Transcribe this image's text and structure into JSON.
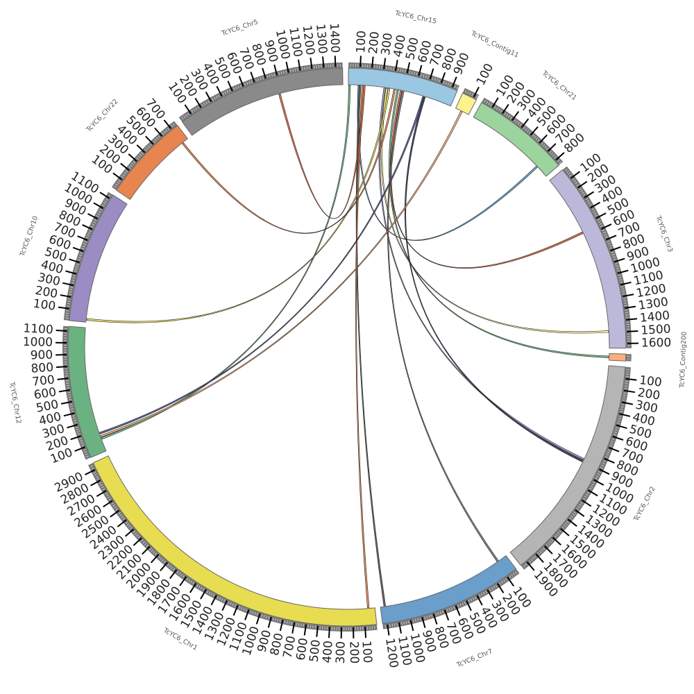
{
  "tick_interval_kb": 100,
  "chromosomes": [
    {
      "name": "TcYC6_Chr15",
      "size": 950,
      "color": "#9ac7e2"
    },
    {
      "name": "TcYC6_Contig11",
      "size": 130,
      "color": "#fdf38c"
    },
    {
      "name": "TcYC6_Chr21",
      "size": 850,
      "color": "#9bd49d"
    },
    {
      "name": "TcYC6_Chr3",
      "size": 1640,
      "color": "#bcb8da"
    },
    {
      "name": "TcYC6_Contig200",
      "size": 60,
      "color": "#fcae7a"
    },
    {
      "name": "TcYC6_Chr2",
      "size": 1960,
      "color": "#b5b5b5"
    },
    {
      "name": "TcYC6_Chr7",
      "size": 1240,
      "color": "#6a9ecb"
    },
    {
      "name": "TcYC6_Chr1",
      "size": 2960,
      "color": "#e8dd50"
    },
    {
      "name": "TcYC6_Chr12",
      "size": 1140,
      "color": "#6ab282"
    },
    {
      "name": "TcYC6_Chr10",
      "size": 1140,
      "color": "#9b8cc4"
    },
    {
      "name": "TcYC6_Chr22",
      "size": 760,
      "color": "#e7844f"
    },
    {
      "name": "TcYC6_Chr5",
      "size": 1460,
      "color": "#8a8a8a"
    }
  ],
  "links": [
    {
      "a": [
        "TcYC6_Chr15",
        10
      ],
      "b": [
        "TcYC6_Chr12",
        120
      ],
      "color": "#6ab282"
    },
    {
      "a": [
        "TcYC6_Chr15",
        95
      ],
      "b": [
        "TcYC6_Chr21",
        730
      ],
      "color": "#5a9ec8"
    },
    {
      "a": [
        "TcYC6_Chr15",
        105
      ],
      "b": [
        "TcYC6_Chr7",
        1200
      ],
      "color": "#555555"
    },
    {
      "a": [
        "TcYC6_Chr15",
        130
      ],
      "b": [
        "TcYC6_Chr1",
        60
      ],
      "color": "#e7844f"
    },
    {
      "a": [
        "TcYC6_Chr15",
        145
      ],
      "b": [
        "TcYC6_Chr5",
        880
      ],
      "color": "#d9603b"
    },
    {
      "a": [
        "TcYC6_Chr15",
        330
      ],
      "b": [
        "TcYC6_Chr2",
        880
      ],
      "color": "#9b8cc4"
    },
    {
      "a": [
        "TcYC6_Chr15",
        350
      ],
      "b": [
        "TcYC6_Chr3",
        1490
      ],
      "color": "#fdf38c"
    },
    {
      "a": [
        "TcYC6_Chr15",
        370
      ],
      "b": [
        "TcYC6_Chr10",
        25
      ],
      "color": "#e8dd50"
    },
    {
      "a": [
        "TcYC6_Chr15",
        420
      ],
      "b": [
        "TcYC6_Chr22",
        700
      ],
      "color": "#e7844f"
    },
    {
      "a": [
        "TcYC6_Chr15",
        450
      ],
      "b": [
        "TcYC6_Contig200",
        30
      ],
      "color": "#6ab282"
    },
    {
      "a": [
        "TcYC6_Chr15",
        480
      ],
      "b": [
        "TcYC6_Chr3",
        560
      ],
      "color": "#d9603b"
    },
    {
      "a": [
        "TcYC6_Chr15",
        500
      ],
      "b": [
        "TcYC6_Chr7",
        90
      ],
      "color": "#777777"
    },
    {
      "a": [
        "TcYC6_Chr15",
        690
      ],
      "b": [
        "TcYC6_Chr12",
        170
      ],
      "color": "#4b5a8a"
    },
    {
      "a": [
        "TcYC6_Chr15",
        700
      ],
      "b": [
        "TcYC6_Chr2",
        900
      ],
      "color": "#333355"
    },
    {
      "a": [
        "TcYC6_Contig11",
        60
      ],
      "b": [
        "TcYC6_Chr12",
        140
      ],
      "color": "#fcae7a"
    }
  ]
}
